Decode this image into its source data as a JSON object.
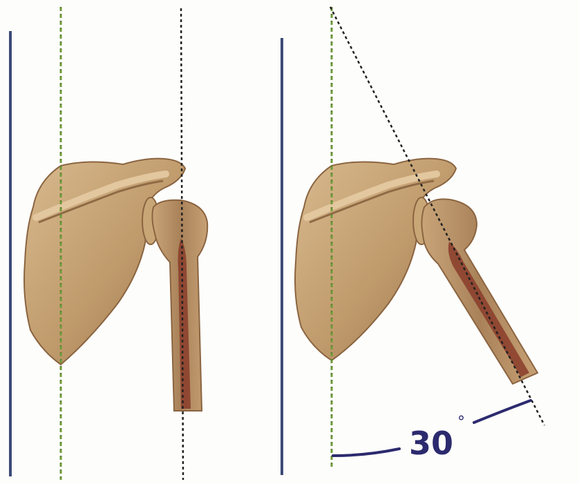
{
  "angle_label": {
    "value": "30",
    "unit": "°"
  },
  "colors": {
    "reference_line": "#3c4b78",
    "green_axis": "#6f9a3a",
    "black_axis": "#222222",
    "bone_light": "#cfae82",
    "bone_mid": "#b08a5c",
    "bone_dark": "#8a6440",
    "marrow": "#8a3c2a",
    "arc": "#2c2a6e"
  },
  "panels": [
    {
      "name": "neutral",
      "arm_abduction_deg": 0
    },
    {
      "name": "abducted",
      "arm_abduction_deg": 30
    }
  ]
}
